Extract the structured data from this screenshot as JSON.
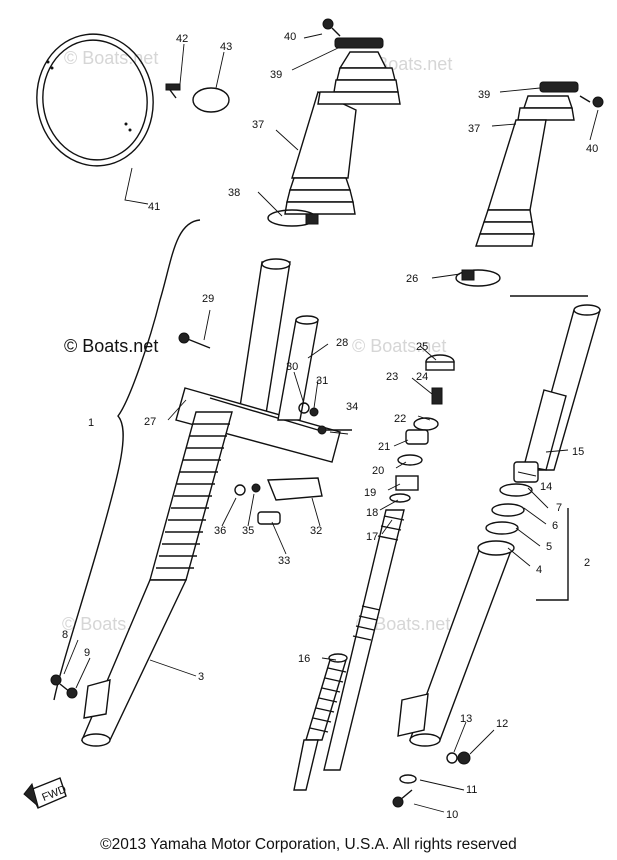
{
  "footer": {
    "copyright": "©2013 Yamaha Motor Corporation, U.S.A. All rights reserved"
  },
  "watermarks": {
    "main": "© Boats.net",
    "faint": "© Boats.net"
  },
  "fwd_label": "FWD",
  "callouts": {
    "p1": "1",
    "p2": "2",
    "p3": "3",
    "p4": "4",
    "p5": "5",
    "p6": "6",
    "p7": "7",
    "p8": "8",
    "p9": "9",
    "p10": "10",
    "p11": "11",
    "p12": "12",
    "p13": "13",
    "p14": "14",
    "p15": "15",
    "p16": "16",
    "p17": "17",
    "p18": "18",
    "p19": "19",
    "p20": "20",
    "p21": "21",
    "p22": "22",
    "p23": "23",
    "p24": "24",
    "p25": "25",
    "p26": "26",
    "p27": "27",
    "p28": "28",
    "p29": "29",
    "p30": "30",
    "p31": "31",
    "p32": "32",
    "p33": "33",
    "p34": "34",
    "p35": "35",
    "p36": "36",
    "p37a": "37",
    "p37b": "37",
    "p38": "38",
    "p39a": "39",
    "p39b": "39",
    "p40a": "40",
    "p40b": "40",
    "p41": "41",
    "p42": "42",
    "p43": "43"
  }
}
